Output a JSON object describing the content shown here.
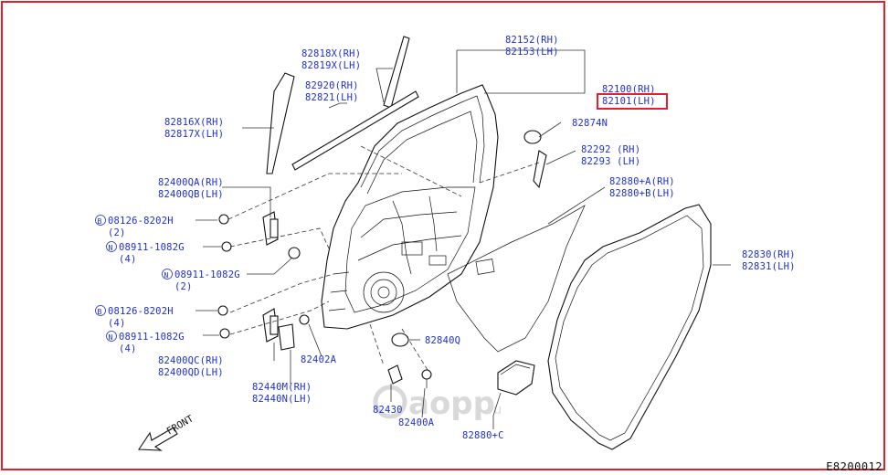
{
  "diagram_code": "E8200012",
  "watermark": {
    "main": "aopp",
    "suffix": ".ru"
  },
  "front_label": "FRONT",
  "parts": {
    "p82818": {
      "rh": "82818X(RH)",
      "lh": "82819X(LH)"
    },
    "p82920": {
      "rh": "82920(RH)",
      "lh": "82821(LH)"
    },
    "p82816": {
      "rh": "82816X(RH)",
      "lh": "82817X(LH)"
    },
    "p82152": {
      "rh": "82152(RH)",
      "lh": "82153(LH)"
    },
    "p82100": {
      "rh": "82100(RH)",
      "lh": "82101(LH)"
    },
    "p82874": {
      "code": "82874N"
    },
    "p82292": {
      "rh": "82292 (RH)",
      "lh": "82293 (LH)"
    },
    "p82880ab": {
      "rh": "82880+A(RH)",
      "lh": "82880+B(LH)"
    },
    "p82830": {
      "rh": "82830(RH)",
      "lh": "82831(LH)"
    },
    "p82400qa": {
      "rh": "82400QA(RH)",
      "lh": "82400QB(LH)"
    },
    "bolt1": {
      "prefix": "B",
      "code": "08126-8202H",
      "qty": "(2)"
    },
    "nut1": {
      "prefix": "N",
      "code": "08911-1082G",
      "qty": "(4)"
    },
    "nut2": {
      "prefix": "N",
      "code": "08911-1082G",
      "qty": "(2)"
    },
    "bolt2": {
      "prefix": "B",
      "code": "08126-8202H",
      "qty": "(4)"
    },
    "nut3": {
      "prefix": "N",
      "code": "08911-1082G",
      "qty": "(4)"
    },
    "p82400qc": {
      "rh": "82400QC(RH)",
      "lh": "82400QD(LH)"
    },
    "p82402a": {
      "code": "82402A"
    },
    "p82440m": {
      "rh": "82440M(RH)",
      "lh": "82440N(LH)"
    },
    "p82840q": {
      "code": "82840Q"
    },
    "p82430": {
      "code": "82430"
    },
    "p82400a": {
      "code": "82400A"
    },
    "p82880c": {
      "code": "82880+C"
    }
  }
}
